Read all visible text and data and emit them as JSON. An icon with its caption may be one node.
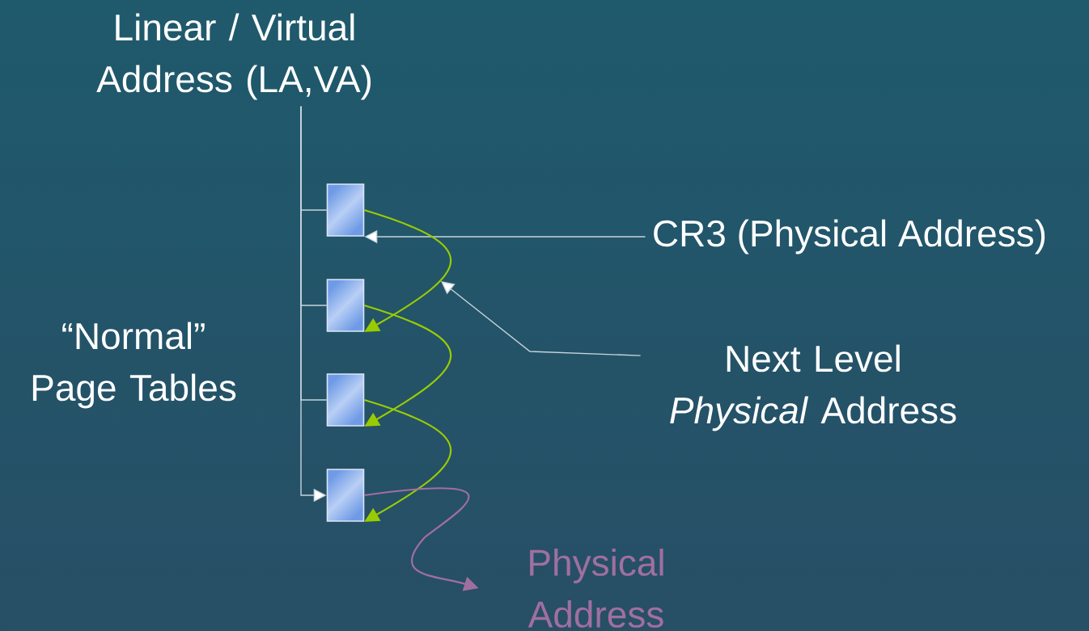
{
  "diagram": {
    "nodes": [
      {
        "text": [
          "Linear / Virtual Address (LA,VA)"
        ]
      },
      {
        "text": [],
        "shape": "box"
      },
      {
        "text": [],
        "shape": "box"
      },
      {
        "text": [],
        "shape": "box"
      },
      {
        "text": [],
        "shape": "box"
      },
      {
        "text": [
          "CR3 (Physical Address)"
        ]
      },
      {
        "text": [
          "Next Level *Physical* Address"
        ]
      },
      {
        "text": [
          "Physical Address"
        ]
      }
    ],
    "edges": [
      {
        "from": 0,
        "to": 1,
        "arrow": "none"
      },
      {
        "from": 0,
        "to": 2,
        "arrow": "none"
      },
      {
        "from": 0,
        "to": 3,
        "arrow": "none"
      },
      {
        "from": 0,
        "to": 4,
        "arrow": "to"
      },
      {
        "from": 5,
        "to": 1,
        "arrow": "to"
      },
      {
        "from": 6,
        "to": null,
        "arrow": "to"
      },
      {
        "from": 1,
        "to": 2,
        "arrow": "to",
        "color": "#99cc00"
      },
      {
        "from": 2,
        "to": 3,
        "arrow": "to",
        "color": "#99cc00"
      },
      {
        "from": 3,
        "to": 4,
        "arrow": "to",
        "color": "#99cc00"
      },
      {
        "from": 4,
        "to": 7,
        "arrow": "to",
        "color": "#a06fa0"
      }
    ],
    "labels": [
      "“Normal” Page Tables"
    ]
  }
}
